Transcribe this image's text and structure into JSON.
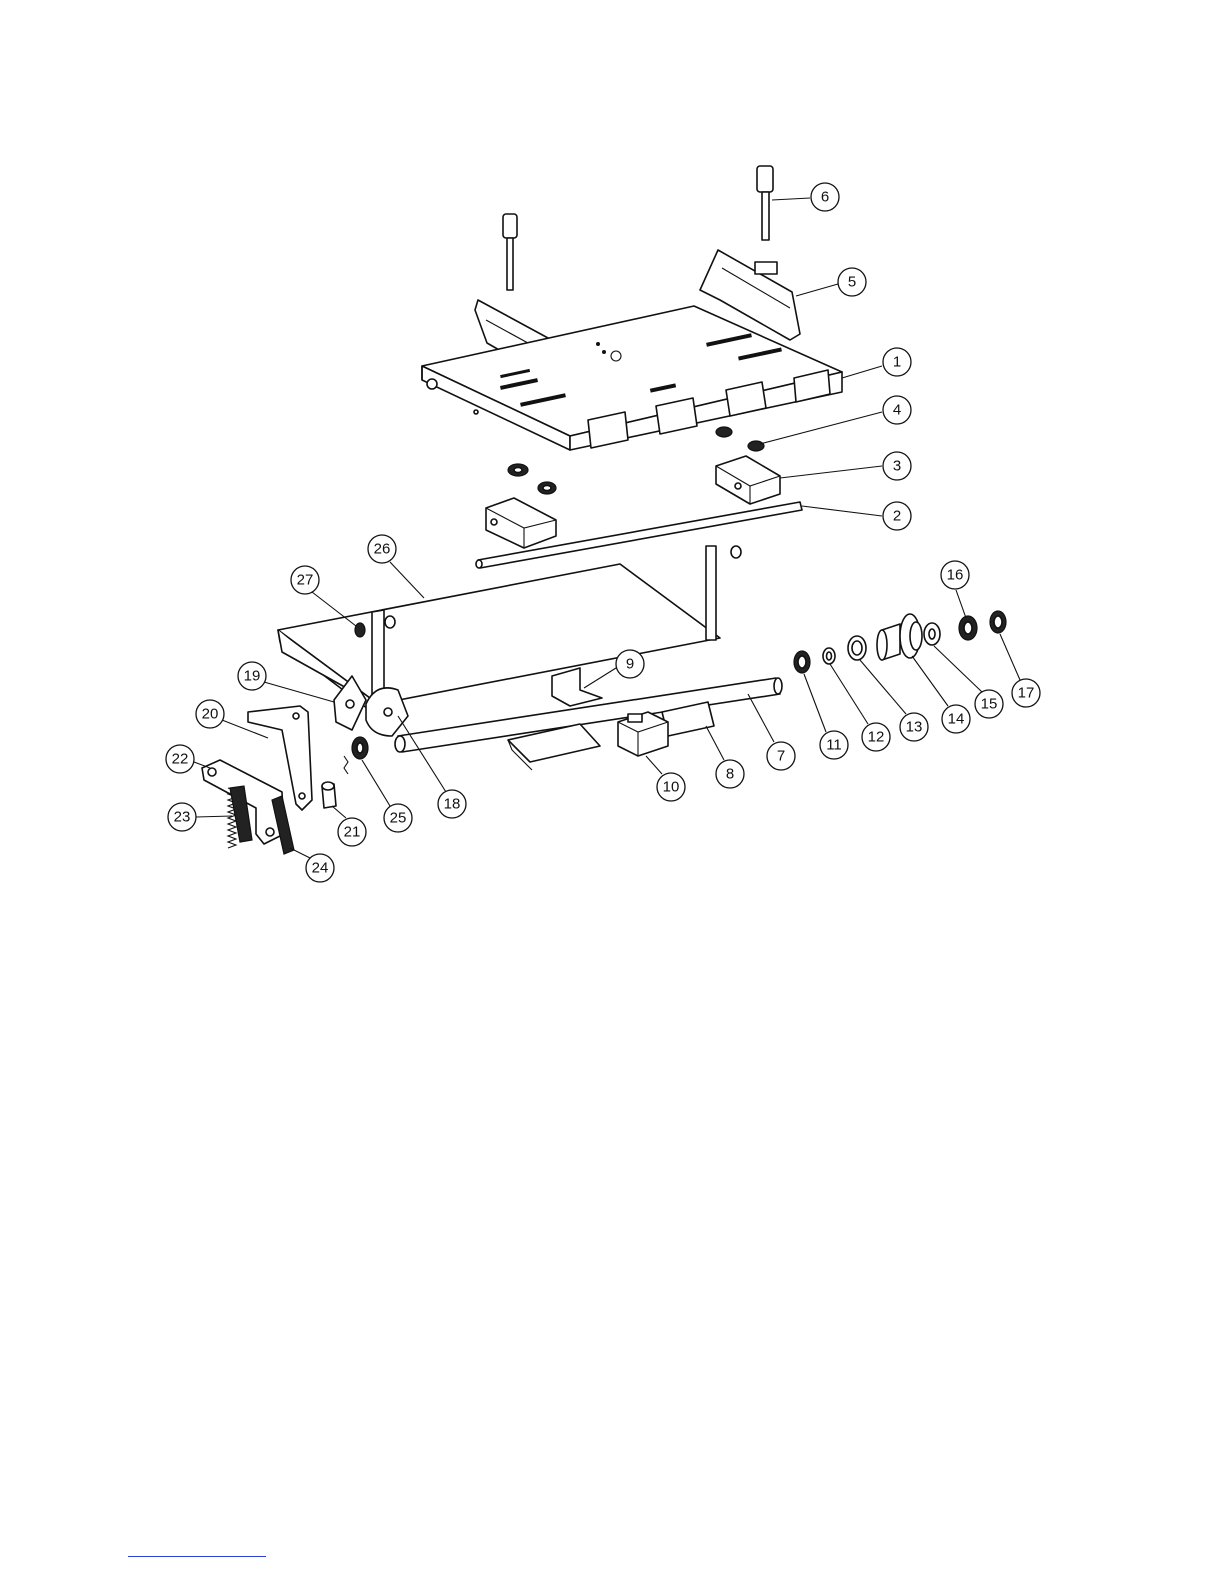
{
  "callouts": [
    {
      "label": "1"
    },
    {
      "label": "2"
    },
    {
      "label": "3"
    },
    {
      "label": "4"
    },
    {
      "label": "5"
    },
    {
      "label": "6"
    },
    {
      "label": "7"
    },
    {
      "label": "8"
    },
    {
      "label": "9"
    },
    {
      "label": "10"
    },
    {
      "label": "11"
    },
    {
      "label": "12"
    },
    {
      "label": "13"
    },
    {
      "label": "14"
    },
    {
      "label": "15"
    },
    {
      "label": "16"
    },
    {
      "label": "17"
    },
    {
      "label": "18"
    },
    {
      "label": "19"
    },
    {
      "label": "20"
    },
    {
      "label": "21"
    },
    {
      "label": "22"
    },
    {
      "label": "23"
    },
    {
      "label": "24"
    },
    {
      "label": "25"
    },
    {
      "label": "26"
    },
    {
      "label": "27"
    }
  ],
  "colors": {
    "line": "#111111",
    "background": "#ffffff",
    "footer_rule": "#2a3fd6"
  }
}
